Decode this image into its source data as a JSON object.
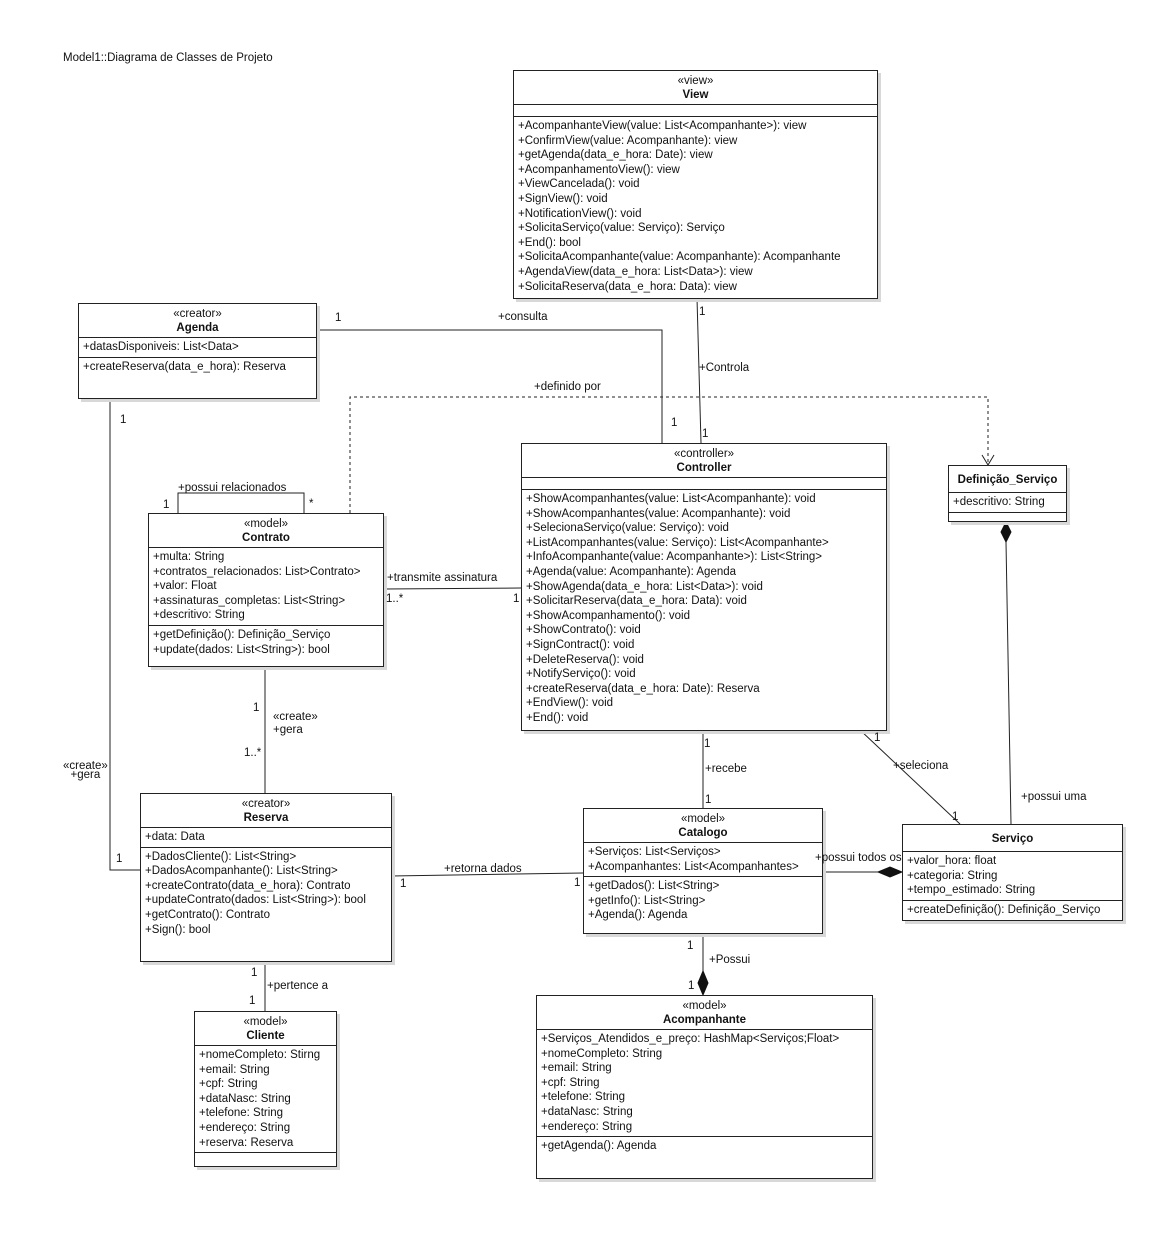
{
  "diagram_title": "Model1::Diagrama de Classes de Projeto",
  "classes": {
    "view": {
      "stereotype": "«view»",
      "name": "View",
      "attributes": [],
      "operations": [
        "+AcompanhanteView(value: List<Acompanhante>): view",
        "+ConfirmView(value: Acompanhante): view",
        "+getAgenda(data_e_hora: Date): view",
        "+AcompanhamentoView(): view",
        "+ViewCancelada(): void",
        "+SignView(): void",
        "+NotificationView(): void",
        "+SolicitaServiço(value: Serviço): Serviço",
        "+End(): bool",
        "+SolicitaAcompanhante(value: Acompanhante): Acompanhante",
        "+AgendaView(data_e_hora: List<Data>): view",
        "+SolicitaReserva(data_e_hora: Data): view"
      ]
    },
    "agenda": {
      "stereotype": "«creator»",
      "name": "Agenda",
      "attributes": [
        "+datasDisponiveis: List<Data>"
      ],
      "operations": [
        "+createReserva(data_e_hora): Reserva"
      ]
    },
    "controller": {
      "stereotype": "«controller»",
      "name": "Controller",
      "attributes": [],
      "operations": [
        "+ShowAcompanhantes(value: List<Acompanhante): void",
        "+ShowAcompanhantes(value: Acompanhante): void",
        "+SelecionaServiço(value: Serviço): void",
        "+ListAcompanhantes(value: Serviço): List<Acompanhante>",
        "+InfoAcompanhante(value: Acompanhante>): List<String>",
        "+Agenda(value: Acompanhante): Agenda",
        "+ShowAgenda(data_e_hora: List<Data>): void",
        "+SolicitarReserva(data_e_hora: Data): void",
        "+ShowAcompanhamento(): void",
        "+ShowContrato(): void",
        "+SignContract(): void",
        "+DeleteReserva(): void",
        "+NotifyServiço(): void",
        "+createReserva(data_e_hora: Date): Reserva",
        "+EndView(): void",
        "+End(): void"
      ]
    },
    "definicao": {
      "stereotype": "",
      "name": "Definição_Serviço",
      "attributes": [
        "+descritivo: String"
      ],
      "operations": []
    },
    "contrato": {
      "stereotype": "«model»",
      "name": "Contrato",
      "attributes": [
        "+multa: String",
        "+contratos_relacionados: List>Contrato>",
        "+valor: Float",
        "+assinaturas_completas: List<String>",
        "+descritivo: String"
      ],
      "operations": [
        "+getDefinição(): Definição_Serviço",
        "+update(dados: List<String>): bool"
      ]
    },
    "reserva": {
      "stereotype": "«creator»",
      "name": "Reserva",
      "attributes": [
        "+data: Data"
      ],
      "operations": [
        "+DadosCliente(): List<String>",
        "+DadosAcompanhante(): List<String>",
        "+createContrato(data_e_hora): Contrato",
        "+updateContrato(dados: List<String>): bool",
        "+getContrato(): Contrato",
        "+Sign(): bool"
      ]
    },
    "catalogo": {
      "stereotype": "«model»",
      "name": "Catalogo",
      "attributes": [
        "+Serviços: List<Serviços>",
        "+Acompanhantes: List<Acompanhantes>"
      ],
      "operations": [
        "+getDados(): List<String>",
        "+getInfo(): List<String>",
        "+Agenda(): Agenda"
      ]
    },
    "servico": {
      "stereotype": "",
      "name": "Serviço",
      "attributes": [
        "+valor_hora: float",
        "+categoria: String",
        "+tempo_estimado: String"
      ],
      "operations": [
        "+createDefinição(): Definição_Serviço"
      ]
    },
    "cliente": {
      "stereotype": "«model»",
      "name": "Cliente",
      "attributes": [
        "+nomeCompleto: Stirng",
        "+email: String",
        "+cpf: String",
        "+dataNasc: String",
        "+telefone: String",
        "+endereço: String",
        "+reserva: Reserva"
      ],
      "operations": []
    },
    "acompanhante": {
      "stereotype": "«model»",
      "name": "Acompanhante",
      "attributes": [
        "+Serviços_Atendidos_e_preço: HashMap<Serviços;Float>",
        "+nomeCompleto: String",
        "+email: String",
        "+cpf: String",
        "+telefone: String",
        "+dataNasc: String",
        "+endereço: String"
      ],
      "operations": [
        "+getAgenda(): Agenda"
      ]
    }
  },
  "labels": {
    "consulta": "+consulta",
    "agenda_consulta_mult": "1",
    "controller_consulta_mult": "1",
    "controla": "+Controla",
    "view_controla_mult": "1",
    "controller_controla_mult": "1",
    "definido_por": "+definido por",
    "agenda_gera_mult": "1",
    "reserva_gera_mult": "1",
    "create_gera_left": "«create»\n+gera",
    "possui_relacionados": "+possui relacionados",
    "self_mult_1": "1",
    "self_mult_star": "*",
    "transmite_assinatura": "+transmite assinatura",
    "contrato_transmite_mult": "1..*",
    "controller_transmite_mult": "1",
    "create_gera_mid": "«create»\n+gera",
    "contrato_gera_mult": "1",
    "reserva_contrato_mult": "1..*",
    "recebe": "+recebe",
    "controller_recebe_mult": "1",
    "catalogo_recebe_mult": "1",
    "seleciona": "+seleciona",
    "controller_seleciona_mult": "1",
    "servico_seleciona_mult": "1",
    "possui_uma": "+possui uma",
    "retorna_dados": "+retorna dados",
    "reserva_retorna_mult": "1",
    "catalogo_retorna_mult": "1",
    "possui_todos_os": "+possui todos os",
    "possui": "+Possui",
    "catalogo_possui_mult": "1",
    "acompanhante_possui_mult": "1",
    "pertence_a": "+pertence a",
    "reserva_pertence_mult": "1",
    "cliente_pertence_mult": "1"
  }
}
